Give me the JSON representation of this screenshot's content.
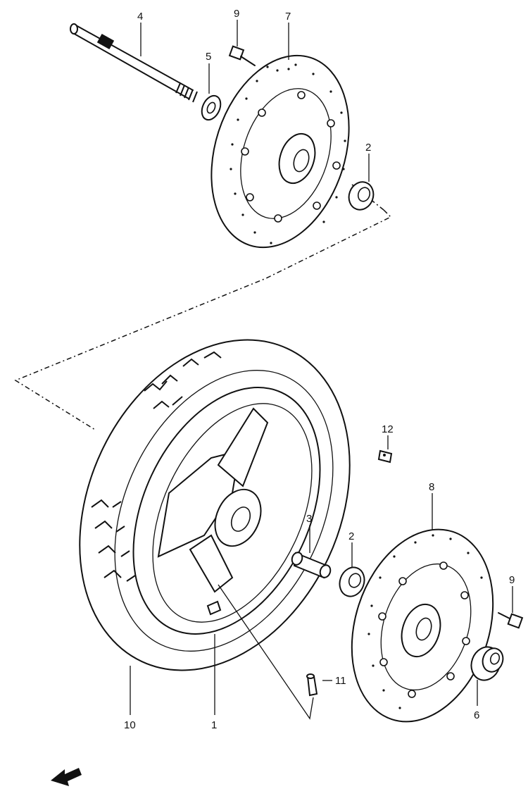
{
  "diagram": {
    "labels": [
      {
        "id": "part-4-label",
        "text": "4"
      },
      {
        "id": "part-9-top-label",
        "text": "9"
      },
      {
        "id": "part-7-label",
        "text": "7"
      },
      {
        "id": "part-5-label",
        "text": "5"
      },
      {
        "id": "part-2-top-label",
        "text": "2"
      },
      {
        "id": "part-12-label",
        "text": "12"
      },
      {
        "id": "part-8-label",
        "text": "8"
      },
      {
        "id": "part-3-label",
        "text": "3"
      },
      {
        "id": "part-2-label",
        "text": "2"
      },
      {
        "id": "part-9-label",
        "text": "9"
      },
      {
        "id": "part-11-label",
        "text": "11"
      },
      {
        "id": "part-6-label",
        "text": "6"
      },
      {
        "id": "part-10-label",
        "text": "10"
      },
      {
        "id": "part-1-label",
        "text": "1"
      }
    ]
  },
  "colors": {
    "ink": "#111111",
    "paper": "#ffffff"
  }
}
